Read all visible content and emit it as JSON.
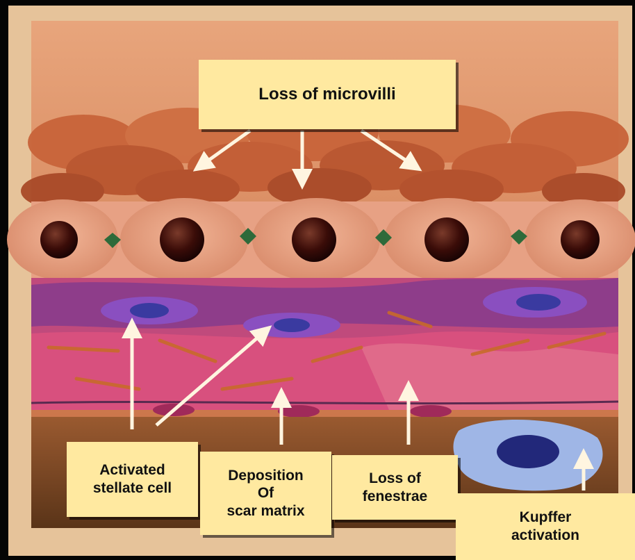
{
  "figure": {
    "title": "",
    "callouts": {
      "microvilli": "Loss of microvilli",
      "stellate": "Activated\nstellate cell",
      "deposition": "Deposition\nOf\nscar matrix",
      "fenestrae": "Loss of\nfenestrae",
      "kupffer": "Kupffer\nactivation"
    }
  },
  "colors": {
    "frame": "#e9c9a0",
    "hepatocyte": "#e9a080",
    "nucleus": "#2a0808",
    "stellate": "#8a4fc0",
    "matrix": "#d8407a",
    "kupffer": "#9fb6e6",
    "callout": "#ffe9a0"
  }
}
